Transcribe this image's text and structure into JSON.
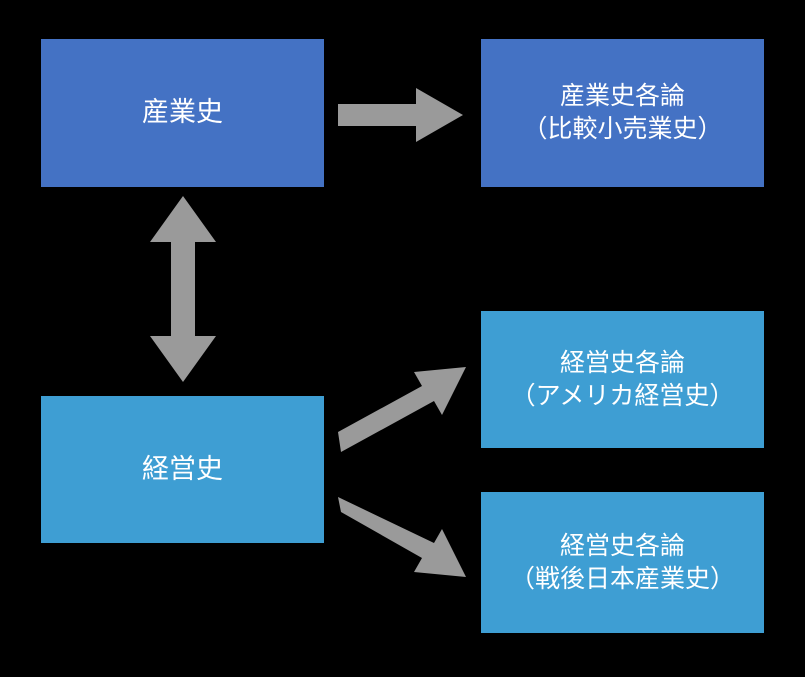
{
  "diagram": {
    "background_color": "#000000",
    "arrow_color": "#9A9A9A",
    "nodes": [
      {
        "id": "sangyoshi",
        "lines": [
          "産業史"
        ],
        "color": "#4472C4"
      },
      {
        "id": "sangyoshi-kakuron",
        "lines": [
          "産業史各論",
          "（比較小売業史）"
        ],
        "color": "#4472C4"
      },
      {
        "id": "keieishi",
        "lines": [
          "経営史"
        ],
        "color": "#3E9ED3"
      },
      {
        "id": "keieishi-america",
        "lines": [
          "経営史各論",
          "（アメリカ経営史）"
        ],
        "color": "#3E9ED3"
      },
      {
        "id": "keieishi-sengo",
        "lines": [
          "経営史各論",
          "（戦後日本産業史）"
        ],
        "color": "#3E9ED3"
      }
    ],
    "arrows": [
      {
        "id": "top-right",
        "from": "sangyoshi",
        "to": "sangyoshi-kakuron",
        "direction": "right"
      },
      {
        "id": "vertical",
        "from": "sangyoshi",
        "to": "keieishi",
        "direction": "double-vertical"
      },
      {
        "id": "diag-up",
        "from": "keieishi",
        "to": "keieishi-america",
        "direction": "up-right"
      },
      {
        "id": "diag-down",
        "from": "keieishi",
        "to": "keieishi-sengo",
        "direction": "down-right"
      }
    ]
  }
}
